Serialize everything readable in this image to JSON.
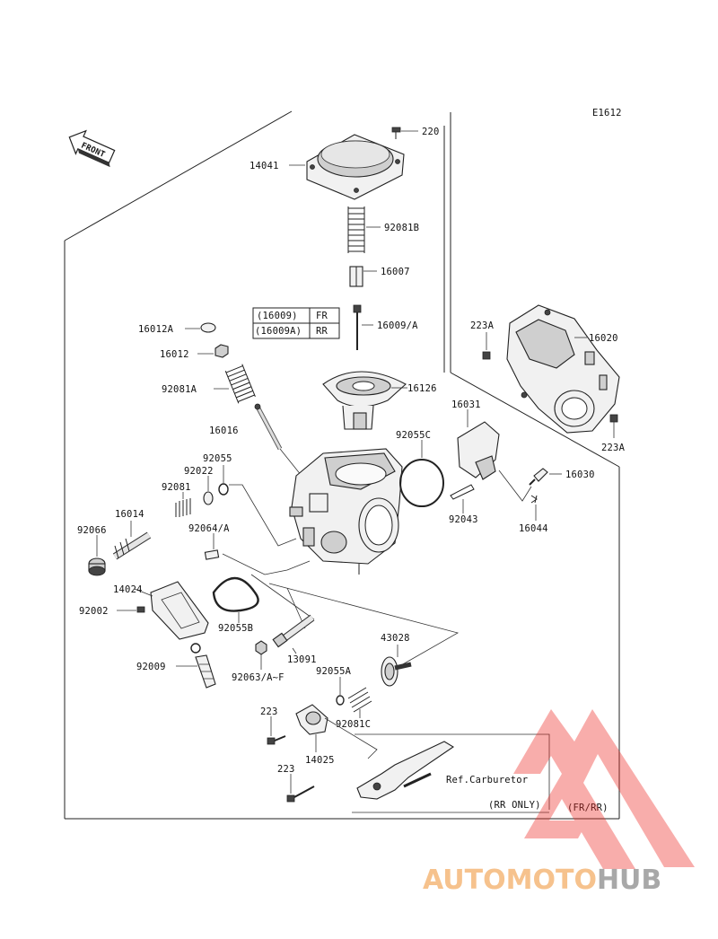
{
  "diagram": {
    "code": "E1612",
    "front_label": "FRONT",
    "labels": {
      "p220": "220",
      "p14041": "14041",
      "p92081B": "92081B",
      "p16007": "16007",
      "p16009A": "16009/A",
      "p16012A": "16012A",
      "p16012": "16012",
      "p92081A": "92081A",
      "p16126": "16126",
      "p16016": "16016",
      "p92055": "92055",
      "p92022": "92022",
      "p92081": "92081",
      "p16014": "16014",
      "p92066": "92066",
      "p92064A": "92064/A",
      "p14024": "14024",
      "p92002": "92002",
      "p92055B": "92055B",
      "p13091": "13091",
      "p92009": "92009",
      "p92063AF": "92063/A~F",
      "p43028": "43028",
      "p92055A": "92055A",
      "p92081C": "92081C",
      "p223a": "223",
      "p14025": "14025",
      "p223b": "223",
      "p92055C": "92055C",
      "p16031": "16031",
      "p92043": "92043",
      "p16030": "16030",
      "p16044": "16044",
      "p223A_top": "223A",
      "p16020": "16020",
      "p223A_bot": "223A"
    },
    "variant_table": [
      {
        "part": "(16009)",
        "pos": "FR"
      },
      {
        "part": "(16009A)",
        "pos": "RR"
      }
    ],
    "reference": {
      "line1": "Ref.Carburetor",
      "line2": "(RR ONLY)",
      "line3": "(FR/RR)"
    }
  },
  "watermark": {
    "part1": "AUTOMOTO",
    "part2": "HUB",
    "color1": "#f5b87a",
    "color2": "#9a9a9a",
    "triangle_color": "#ee2a24"
  }
}
